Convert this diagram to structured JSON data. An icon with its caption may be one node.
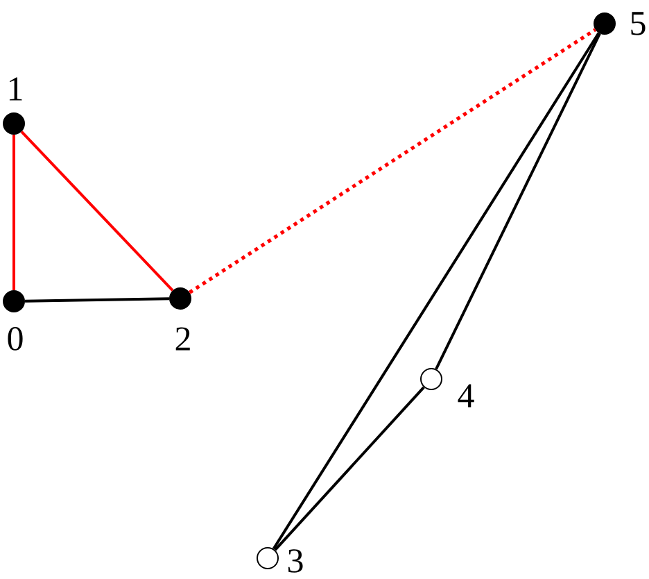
{
  "diagram": {
    "nodes": [
      {
        "text": [],
        "shape": "dot",
        "beside": [
          "0"
        ]
      },
      {
        "text": [],
        "shape": "dot",
        "beside": [
          "1"
        ]
      },
      {
        "text": [],
        "shape": "dot",
        "beside": [
          "2"
        ]
      },
      {
        "text": [],
        "shape": "circle",
        "beside": [
          "3"
        ]
      },
      {
        "text": [],
        "shape": "circle",
        "beside": [
          "4"
        ]
      },
      {
        "text": [],
        "shape": "dot",
        "beside": [
          "5"
        ]
      }
    ],
    "edges": [
      {
        "from": 0,
        "to": 1,
        "arrow": "none",
        "color": "#ff0000"
      },
      {
        "from": 1,
        "to": 2,
        "arrow": "none",
        "color": "#ff0000"
      },
      {
        "from": 0,
        "to": 2,
        "arrow": "none"
      },
      {
        "from": 2,
        "to": 5,
        "arrow": "none",
        "style": "dashed",
        "color": "#ff0000"
      },
      {
        "from": 5,
        "to": 3,
        "arrow": "none"
      },
      {
        "from": 3,
        "to": 4,
        "arrow": "none"
      },
      {
        "from": 4,
        "to": 5,
        "arrow": "none"
      }
    ]
  }
}
